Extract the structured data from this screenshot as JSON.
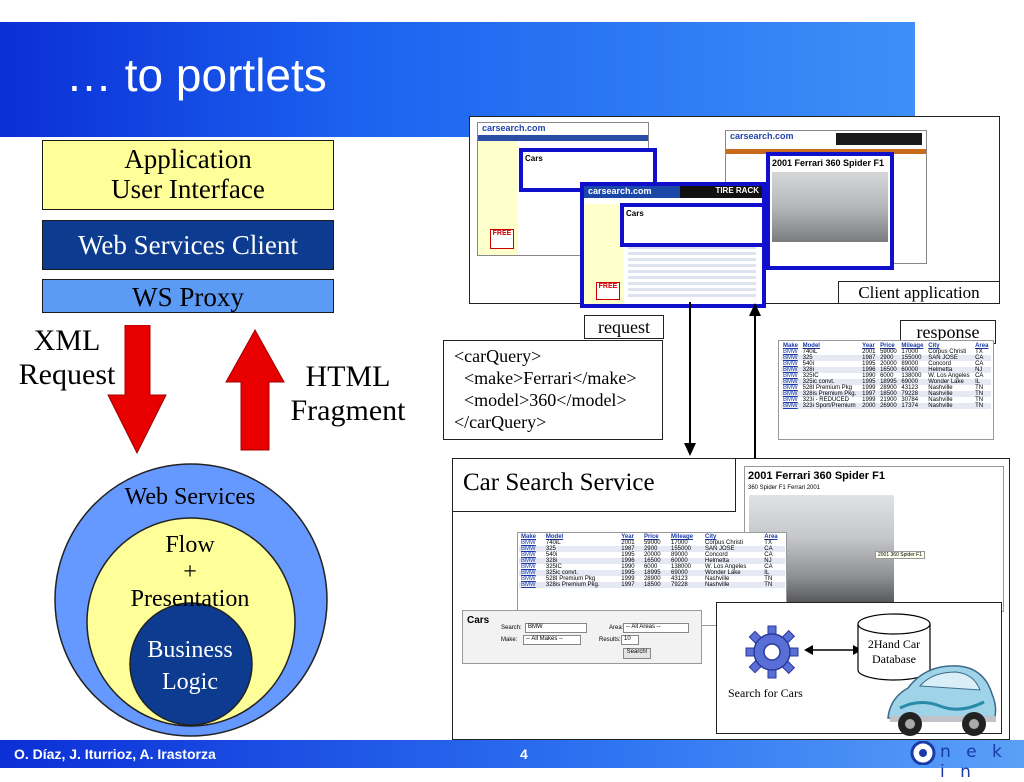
{
  "slide": {
    "title": "… to portlets",
    "footer_authors": "O. Díaz, J. Iturrioz, A. Irastorza",
    "page_number": "4",
    "logo_text": "onekin"
  },
  "stack": {
    "app_ui_line1": "Application",
    "app_ui_line2": "User Interface",
    "ws_client": "Web Services Client",
    "ws_proxy": "WS Proxy"
  },
  "arrows": {
    "xml_line1": "XML",
    "xml_line2": "Request",
    "html_line1": "HTML",
    "html_line2": "Fragment"
  },
  "circles": {
    "outer": "Web Services",
    "middle_line1": "Flow",
    "middle_line2": "+",
    "middle_line3": "Presentation",
    "inner_line1": "Business",
    "inner_line2": "Logic"
  },
  "client": {
    "label": "Client application",
    "site_name": "carsearch.com",
    "cars_heading": "Cars",
    "tire_rack": "TIRE RACK",
    "ferrari_title": "2001 Ferrari 360 Spider F1",
    "free_badge": "FREE"
  },
  "request": {
    "label": "request",
    "line1": "<carQuery>",
    "line2": "<make>Ferrari</make>",
    "line3": "<model>360</model>",
    "line4": "</carQuery>"
  },
  "response": {
    "label": "response",
    "headers": [
      "Make",
      "Model",
      "Year",
      "Price",
      "Mileage",
      "City",
      "Area"
    ],
    "rows": [
      [
        "BMW",
        "740iL",
        "2001",
        "59000",
        "17000",
        "Corpus Christi",
        "TX"
      ],
      [
        "BMW",
        "325",
        "1987",
        "2900",
        "155000",
        "SAN JOSE",
        "CA"
      ],
      [
        "BMW",
        "540i",
        "1995",
        "20000",
        "89000",
        "Concord",
        "CA"
      ],
      [
        "BMW",
        "328i",
        "1996",
        "16500",
        "60000",
        "Helmetta",
        "NJ"
      ],
      [
        "BMW",
        "325IC",
        "1990",
        "6000",
        "138000",
        "W. Los Angeles",
        "CA"
      ],
      [
        "BMW",
        "325ic convt.",
        "1995",
        "18995",
        "69000",
        "Wonder Lake",
        "IL"
      ],
      [
        "BMW",
        "528I Premium Pkg",
        "1999",
        "28900",
        "43123",
        "Nashville",
        "TN"
      ],
      [
        "BMW",
        "328is Premium Pkg.",
        "1997",
        "18500",
        "79228",
        "Nashville",
        "TN"
      ],
      [
        "BMW",
        "323i - REDUCED",
        "1999",
        "21900",
        "30784",
        "Nashville",
        "TN"
      ],
      [
        "BMW",
        "323i Sport/Premium",
        "2000",
        "26900",
        "17374",
        "Nashville",
        "TN"
      ]
    ]
  },
  "service": {
    "title": "Car Search Service",
    "ferrari_title": "2001 Ferrari 360 Spider F1",
    "ferrari_sub": "360 Spider F1 Ferrari 2001",
    "ferrari_caption": "2001 360 Spider F1",
    "cars_heading": "Cars",
    "search_label": "Search:",
    "search_value": "BMW",
    "area_label": "Area:",
    "area_value": "-- All Areas --",
    "make_label": "Make:",
    "make_value": "-- All Makes --",
    "results_label": "Results:",
    "results_value": "10",
    "search_button": "Search!",
    "search_for_cars": "Search for Cars",
    "db_line1": "2Hand Car",
    "db_line2": "Database"
  },
  "colors": {
    "title_blue": "#1c63f0",
    "app_ui_fill": "#ffff99",
    "ws_client_fill": "#0d3b8f",
    "ws_proxy_fill": "#5b9bf5",
    "arrow_red": "#e80000",
    "outer_circle": "#6699ff",
    "middle_circle": "#ffff99",
    "inner_circle": "#0d3b8f"
  }
}
